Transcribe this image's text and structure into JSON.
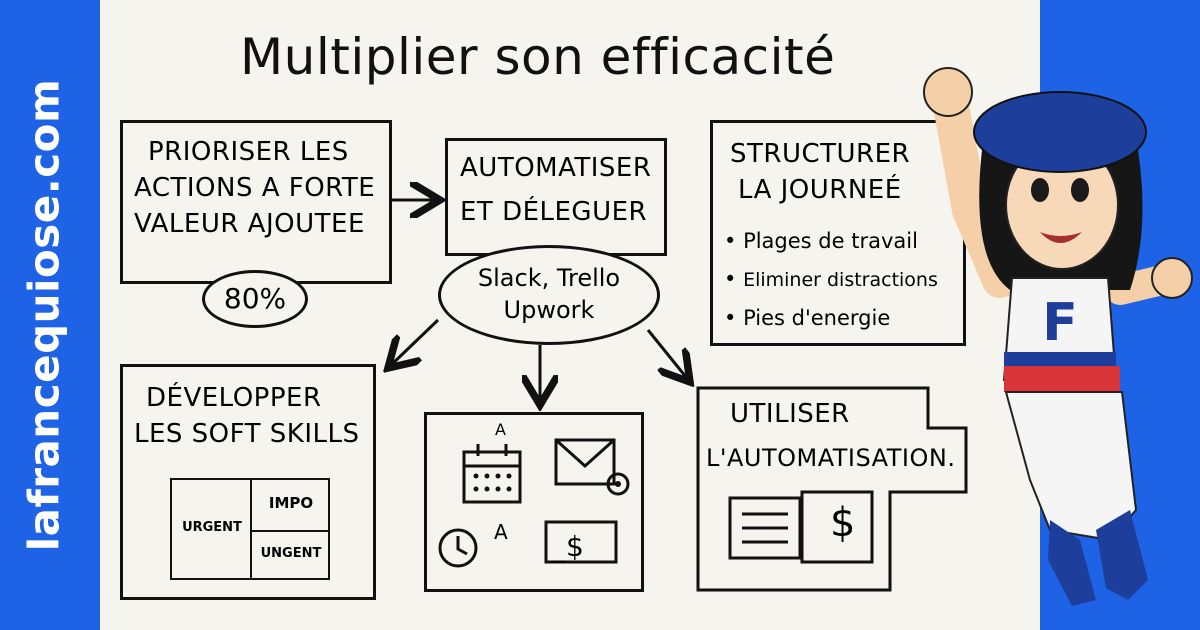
{
  "site": {
    "label": "lafrancequiose.com"
  },
  "diagram": {
    "title": "Multiplier son efficacité",
    "prioritize": {
      "lines": [
        "PRIORISER LES",
        "ACTIONS A FORTE",
        "VALEUR AJOUTEE"
      ],
      "badge": "80%"
    },
    "automate": {
      "lines": [
        "AUTOMATISER",
        "ET DÉLEGUER"
      ],
      "tools_line1": "Slack, Trello",
      "tools_line2": "Upwork"
    },
    "structure": {
      "lines": [
        "STRUCTURER",
        "LA JOURNEÉ"
      ],
      "bullets": [
        "Plages de travail",
        "Eliminer distractions",
        "Pies d'energie"
      ]
    },
    "soft_skills": {
      "lines": [
        "DÉVELOPPER",
        "LES SOFT SKILLS"
      ],
      "matrix": {
        "left": "URGENT",
        "top_right": "IMPO",
        "bottom_right": "UNGENT"
      }
    },
    "tools_box": {
      "clock_label": "A",
      "calendar_label": "A",
      "money": "_$"
    },
    "automation": {
      "lines": [
        "UTILISER",
        "L'AUTOMATISATION."
      ],
      "money": "$"
    }
  },
  "mascot": {
    "shirt_letter": "F"
  },
  "colors": {
    "brand_blue": "#1e63e6",
    "paper": "#f6f4ee",
    "ink": "#111111",
    "red": "#d8343a"
  }
}
